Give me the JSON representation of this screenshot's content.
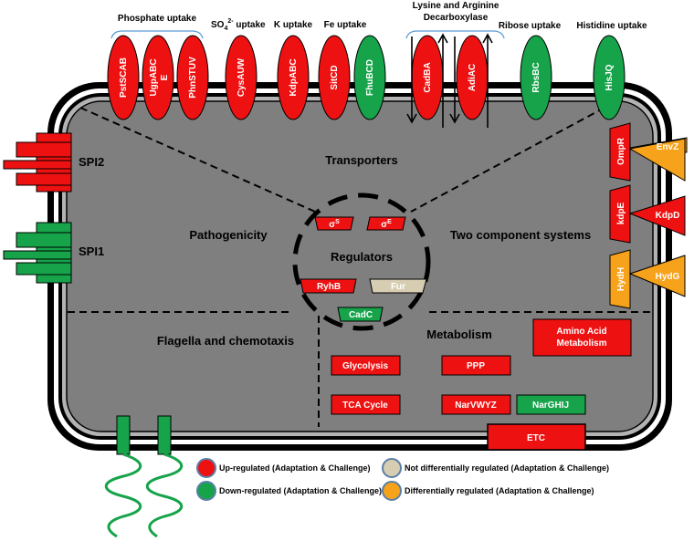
{
  "colors": {
    "up": "#ee1111",
    "down": "#16a34a",
    "not_diff": "#d6cdb2",
    "diff": "#f7a21b",
    "cell_fill": "#7f7f7f",
    "membrane": "#000000"
  },
  "headers": {
    "phosphate": "Phosphate uptake",
    "sulfate_prefix": "SO",
    "sulfate_sub": "4",
    "sulfate_sup": "2-",
    "sulfate_suffix": " uptake",
    "k": "K uptake",
    "fe": "Fe uptake",
    "lysine_line1": "Lysine and Arginine",
    "lysine_line2": "Decarboxylase",
    "ribose": "Ribose uptake",
    "histidine": "Histidine uptake"
  },
  "transporters": [
    {
      "label": "PstSCAB",
      "status": "up"
    },
    {
      "label": "UgpABC",
      "label2": "E",
      "status": "up"
    },
    {
      "label": "PhnSTUV",
      "status": "up"
    },
    {
      "label": "CysAUW",
      "status": "up"
    },
    {
      "label": "KdpABC",
      "status": "up"
    },
    {
      "label": "SitCD",
      "status": "up"
    },
    {
      "label": "FhuBCD",
      "status": "down"
    },
    {
      "label": "CadBA",
      "status": "up"
    },
    {
      "label": "AdiAC",
      "status": "up"
    },
    {
      "label": "RbsBC",
      "status": "down"
    },
    {
      "label": "HisJQ",
      "status": "down"
    }
  ],
  "sections": {
    "transporters": "Transporters",
    "pathogenicity": "Pathogenicity",
    "regulators": "Regulators",
    "two_component": "Two component systems",
    "flagella": "Flagella and chemotaxis",
    "metabolism": "Metabolism"
  },
  "spi": {
    "spi2": {
      "label": "SPI2",
      "status": "up"
    },
    "spi1": {
      "label": "SPI1",
      "status": "down"
    }
  },
  "regulators": {
    "sigma_s": {
      "base": "σ",
      "sup": "S",
      "status": "up"
    },
    "sigma_e": {
      "base": "σ",
      "sup": "E",
      "status": "up"
    },
    "rhyb": {
      "label": "RyhB",
      "status": "up"
    },
    "fur": {
      "label": "Fur",
      "status": "not_diff"
    },
    "cadc": {
      "label": "CadC",
      "status": "down"
    }
  },
  "two_component_systems": [
    {
      "regulator": "OmpR",
      "regulator_status": "up",
      "sensor": "EnvZ",
      "sensor_status": "diff"
    },
    {
      "regulator": "kdpE",
      "regulator_status": "up",
      "sensor": "KdpD",
      "sensor_status": "up"
    },
    {
      "regulator": "HydH",
      "regulator_status": "diff",
      "sensor": "HydG",
      "sensor_status": "diff"
    }
  ],
  "metabolism": {
    "amino_acid_line1": "Amino Acid",
    "amino_acid_line2": "Metabolism",
    "glycolysis": "Glycolysis",
    "ppp": "PPP",
    "tca": "TCA Cycle",
    "narvwyz": "NarVWYZ",
    "narghij": "NarGHIJ",
    "etc": "ETC",
    "statuses": {
      "amino_acid": "up",
      "glycolysis": "up",
      "ppp": "up",
      "tca": "up",
      "narvwyz": "up",
      "narghij": "down",
      "etc": "up"
    }
  },
  "legend": [
    {
      "key": "up",
      "label": "Up-regulated (Adaptation & Challenge)"
    },
    {
      "key": "down",
      "label": "Down-regulated (Adaptation & Challenge)"
    },
    {
      "key": "not_diff",
      "label": "Not differentially regulated (Adaptation & Challenge)"
    },
    {
      "key": "diff",
      "label": "Differentially regulated (Adaptation & Challenge)"
    }
  ]
}
